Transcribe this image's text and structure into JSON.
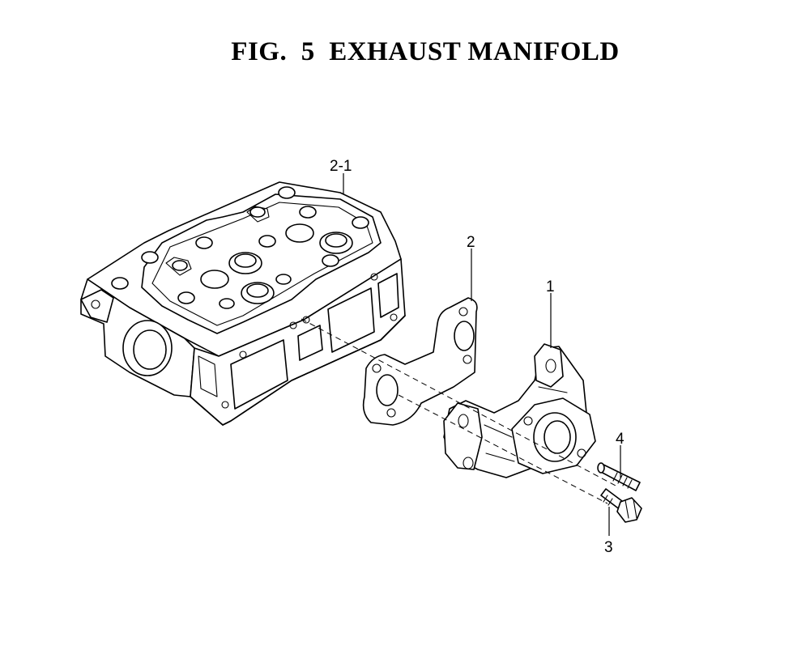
{
  "title": {
    "fig": "FIG.",
    "number": "5",
    "name": "EXHAUST MANIFOLD"
  },
  "callouts": {
    "cylinder_head": "2-1",
    "gasket": "2",
    "manifold": "1",
    "stud": "4",
    "bolt": "3"
  }
}
